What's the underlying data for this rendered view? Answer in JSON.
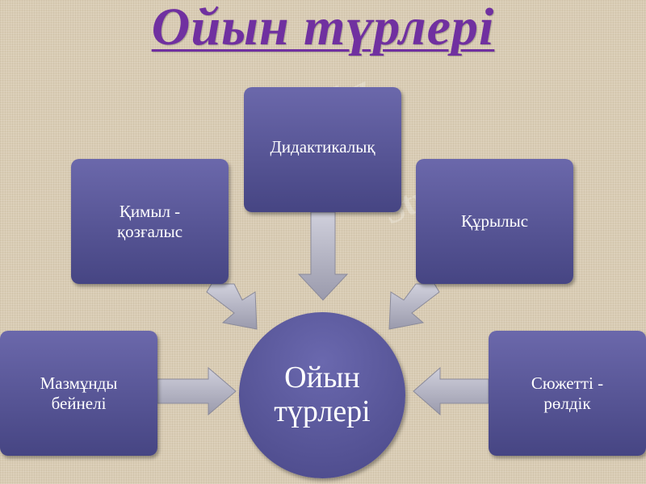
{
  "title": "Ойын түрлері",
  "center": "Ойын\nтүрлері",
  "boxes": {
    "mazmundy": "Мазмұнды\nбейнелі",
    "qimyl": "Қимыл -\nқозғалыс",
    "didaktikalyq": "Дидактикалық",
    "qurylys": "Құрылыс",
    "syuzhetti": "Сюжетті -\nрөлдік"
  },
  "watermark": "Stud.kz",
  "colors": {
    "title": "#7030a0",
    "box": "#5a58a0",
    "arrow": "#b0b0c0",
    "background": "#d9ccb4"
  }
}
